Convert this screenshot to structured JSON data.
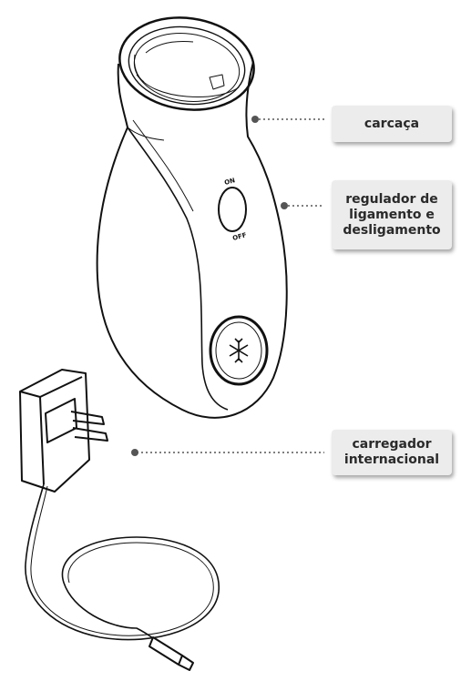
{
  "callouts": [
    {
      "label": "carcaça"
    },
    {
      "label": "regulador de\nligamento e\ndesligamento"
    },
    {
      "label": "carregador\ninternacional"
    }
  ],
  "switch": {
    "on_label": "ON",
    "off_label": "OFF"
  },
  "colors": {
    "line": "#111111",
    "label_bg": "#ececec",
    "leader": "#555555"
  }
}
